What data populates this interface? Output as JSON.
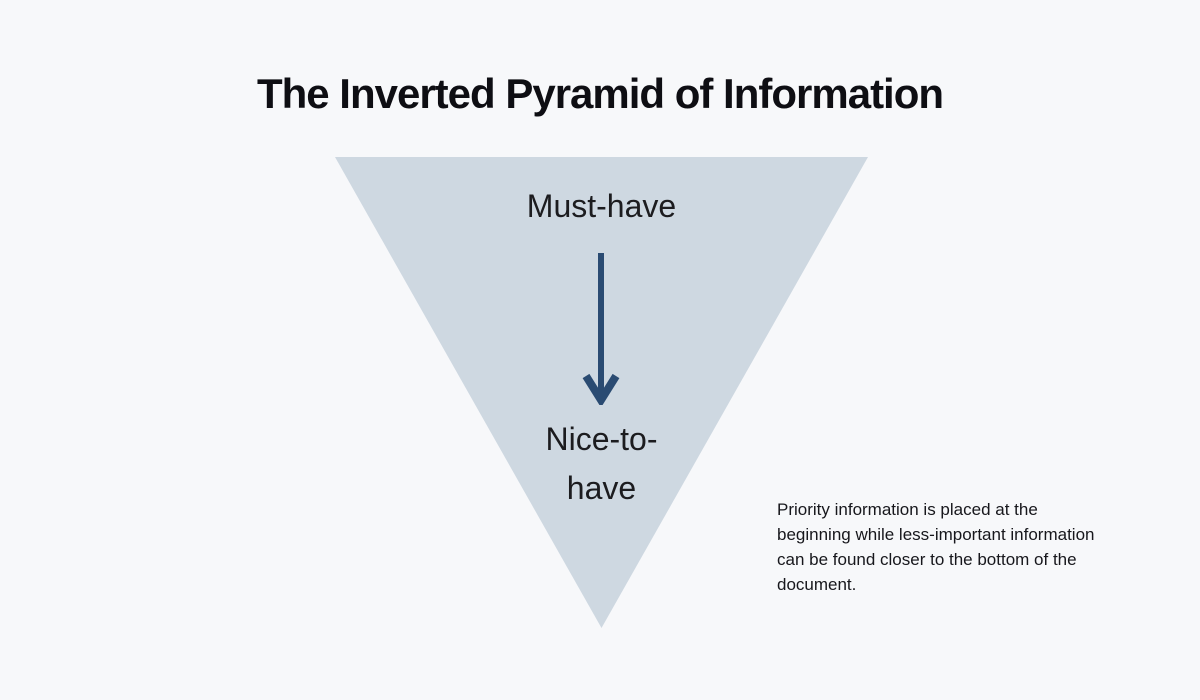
{
  "page": {
    "title": "The Inverted Pyramid of Information",
    "background_color": "#f7f8fa"
  },
  "pyramid": {
    "top_label": "Must-have",
    "bottom_label_line1": "Nice-to-",
    "bottom_label_line2": "have",
    "fill_color": "#ced8e1",
    "arrow_color": "#2a4b72"
  },
  "annotation": {
    "text": "Priority information is placed at the beginning while less-important information can be found closer to the bottom of the document."
  }
}
